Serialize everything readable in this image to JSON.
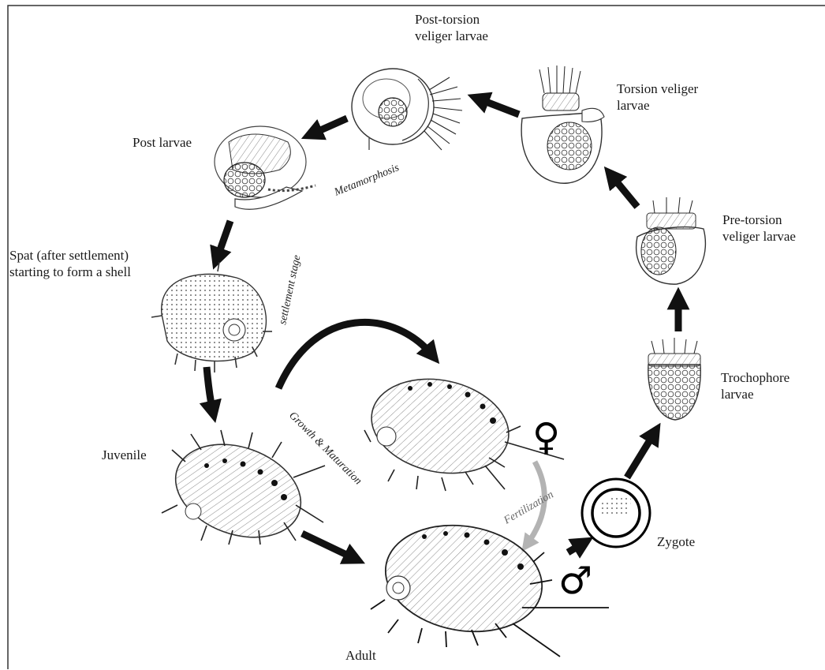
{
  "stages": {
    "post_torsion": [
      "Post-torsion",
      "veliger larvae"
    ],
    "torsion": [
      "Torsion veliger",
      "larvae"
    ],
    "post_larvae": "Post larvae",
    "pre_torsion": [
      "Pre-torsion",
      "veliger larvae"
    ],
    "spat": [
      "Spat (after settlement)",
      "starting to form a shell"
    ],
    "trochophore": [
      "Trochophore",
      "larvae"
    ],
    "juvenile": "Juvenile",
    "zygote": "Zygote",
    "adult": "Adult"
  },
  "processes": {
    "metamorphosis": "Metamorphosis",
    "settlement": "settlement stage",
    "growth": "Growth & Maturation",
    "fertilization": "Fertilization"
  },
  "symbols": {
    "female": "♀",
    "male": "♂"
  },
  "colors": {
    "arrow": "#111111",
    "fertilization_arrow": "#b3b3b3",
    "border": "#333333"
  }
}
